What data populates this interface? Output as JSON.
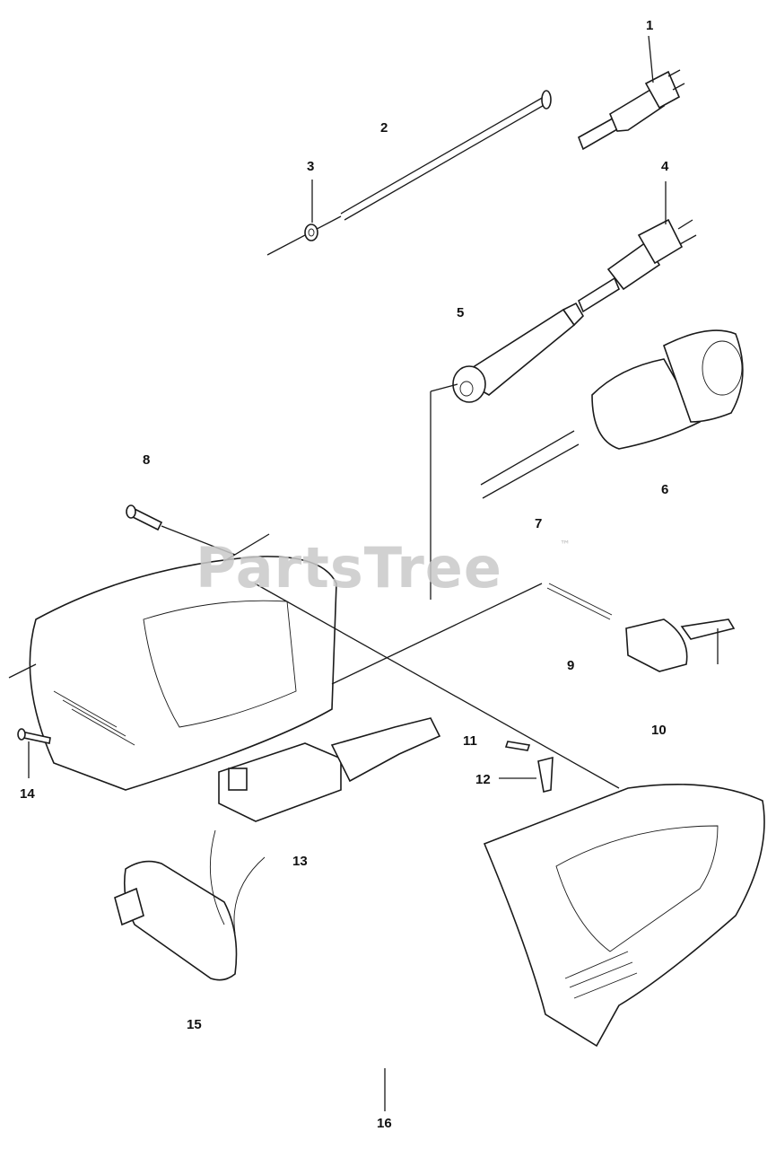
{
  "watermark": {
    "text": "PartsTree",
    "tm": "™"
  },
  "labels": {
    "l1": "1",
    "l2": "2",
    "l3": "3",
    "l4": "4",
    "l5": "5",
    "l6": "6",
    "l7": "7",
    "l8": "8",
    "l9": "9",
    "l10": "10",
    "l11": "11",
    "l12": "12",
    "l13": "13",
    "l14": "14",
    "l15": "15",
    "l16": "16"
  }
}
